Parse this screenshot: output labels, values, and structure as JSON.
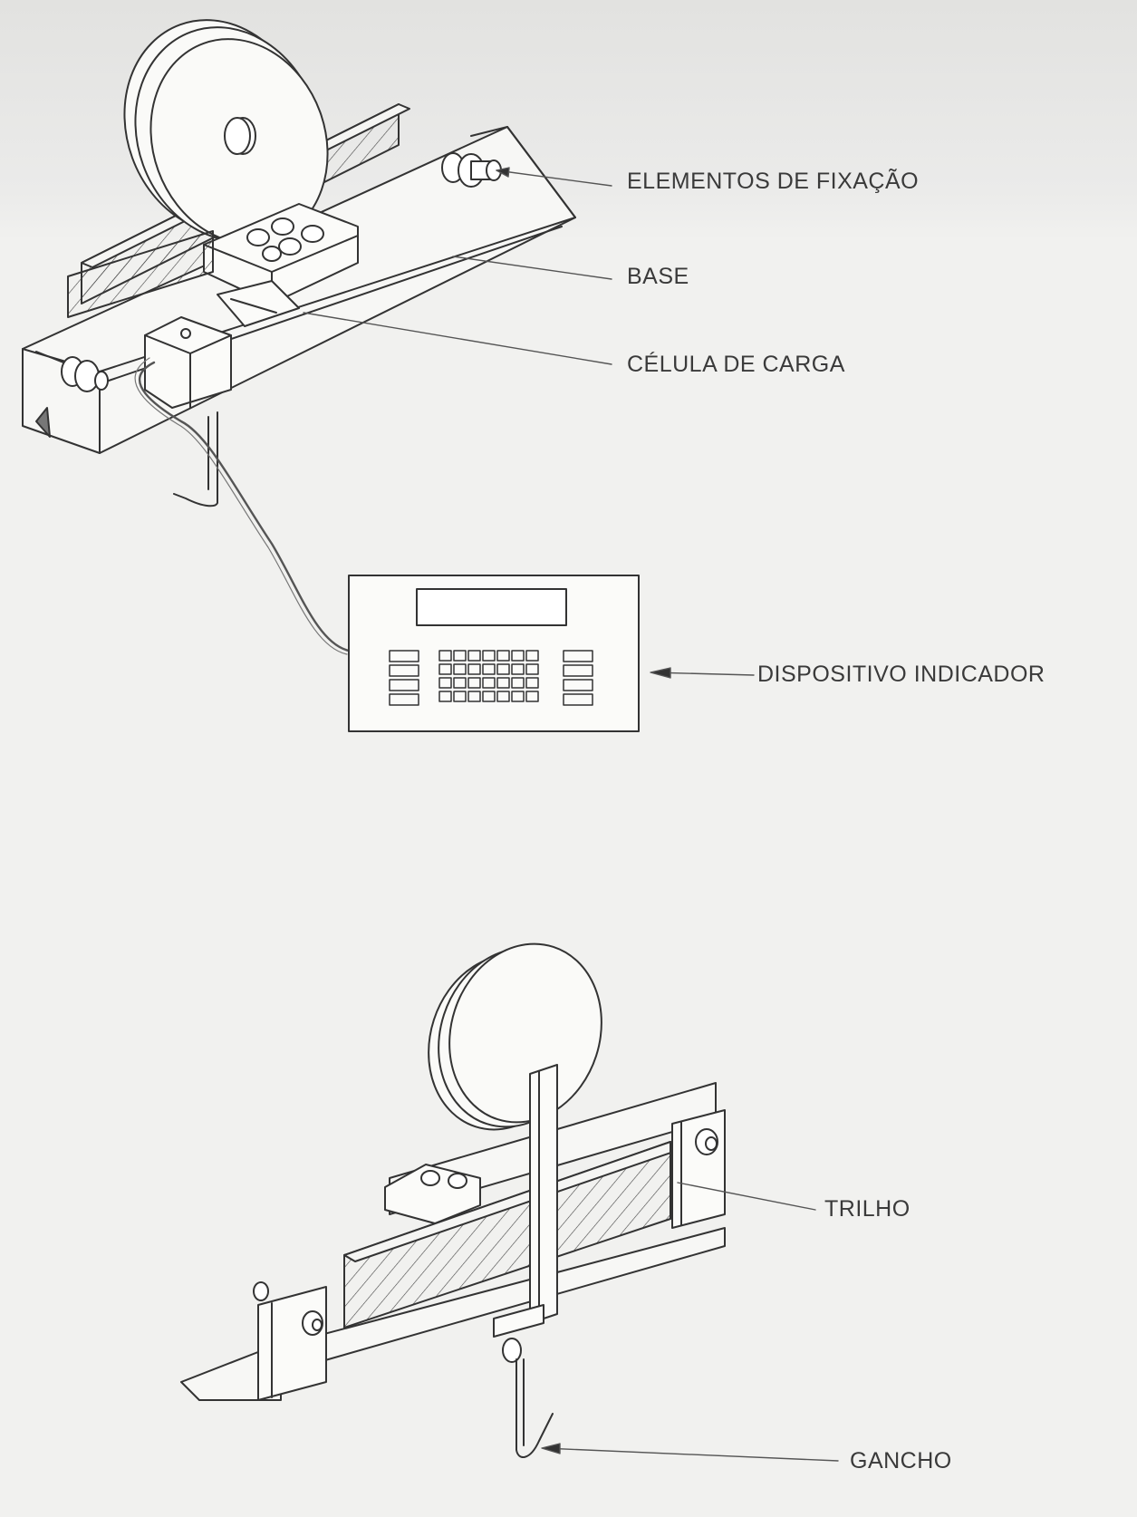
{
  "labels": {
    "fixing_elements": "ELEMENTOS DE FIXAÇÃO",
    "base": "BASE",
    "load_cell": "CÉLULA DE CARGA",
    "indicator_device": "DISPOSITIVO INDICADOR",
    "rail": "TRILHO",
    "hook": "GANCHO"
  }
}
